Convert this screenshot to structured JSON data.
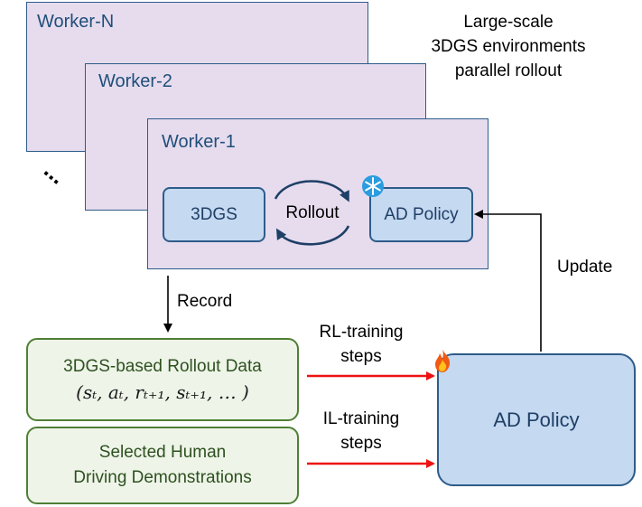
{
  "workers": {
    "n_label": "Worker-N",
    "two_label": "Worker-2",
    "one_label": "Worker-1",
    "ellipsis": "..."
  },
  "environment_note": {
    "line1": "Large-scale",
    "line2": "3DGS environments",
    "line3": "parallel rollout"
  },
  "worker1": {
    "sim_label": "3DGS",
    "loop_label": "Rollout",
    "policy_label": "AD Policy",
    "frozen_icon": "snowflake-icon"
  },
  "edges": {
    "record_label": "Record",
    "update_label": "Update",
    "rl_line1": "RL-training",
    "rl_line2": "steps",
    "il_line1": "IL-training",
    "il_line2": "steps"
  },
  "rollout_data": {
    "title": "3DGS-based Rollout Data",
    "tuple": "(sₜ, aₜ, rₜ₊₁, sₜ₊₁, … )"
  },
  "demos": {
    "line1": "Selected Human",
    "line2": "Driving Demonstrations"
  },
  "main_policy": {
    "label": "AD Policy",
    "trainable_icon": "fire-icon"
  },
  "colors": {
    "worker_fill": "#e6dcee",
    "box_fill": "#c5d9f1",
    "green_border": "#4f7f35",
    "arrow_red": "#ee1111"
  }
}
